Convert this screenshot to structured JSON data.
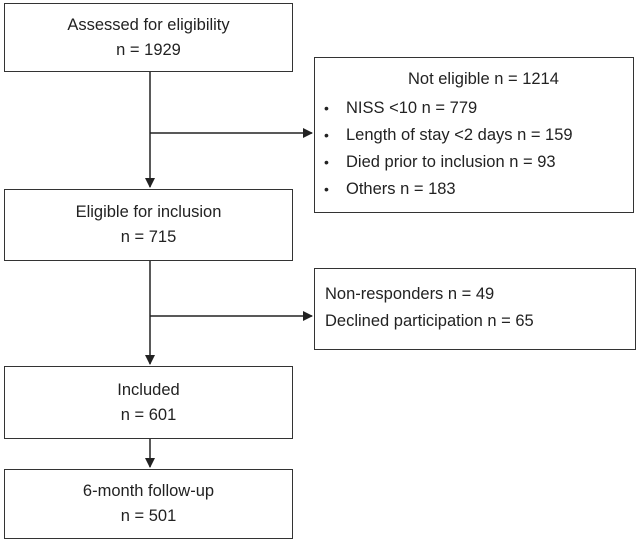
{
  "flow": {
    "assessed": {
      "label": "Assessed for eligibility",
      "count": "n =  1929"
    },
    "eligible": {
      "label": "Eligible for inclusion",
      "count": "n =  715"
    },
    "included": {
      "label": "Included",
      "count": "n =  601"
    },
    "followup": {
      "label": "6-month  follow-up",
      "count": "n = 501"
    }
  },
  "not_eligible": {
    "title": "Not eligible n = 1214",
    "bullet_glyph": "•",
    "items": [
      "NISS <10 n = 779",
      "Length of stay <2 days n = 159",
      "Died prior  to inclusion n = 93",
      "Others n = 183"
    ]
  },
  "exclusions": {
    "lines": [
      "Non-responders n = 49",
      "Declined participation n = 65"
    ]
  }
}
